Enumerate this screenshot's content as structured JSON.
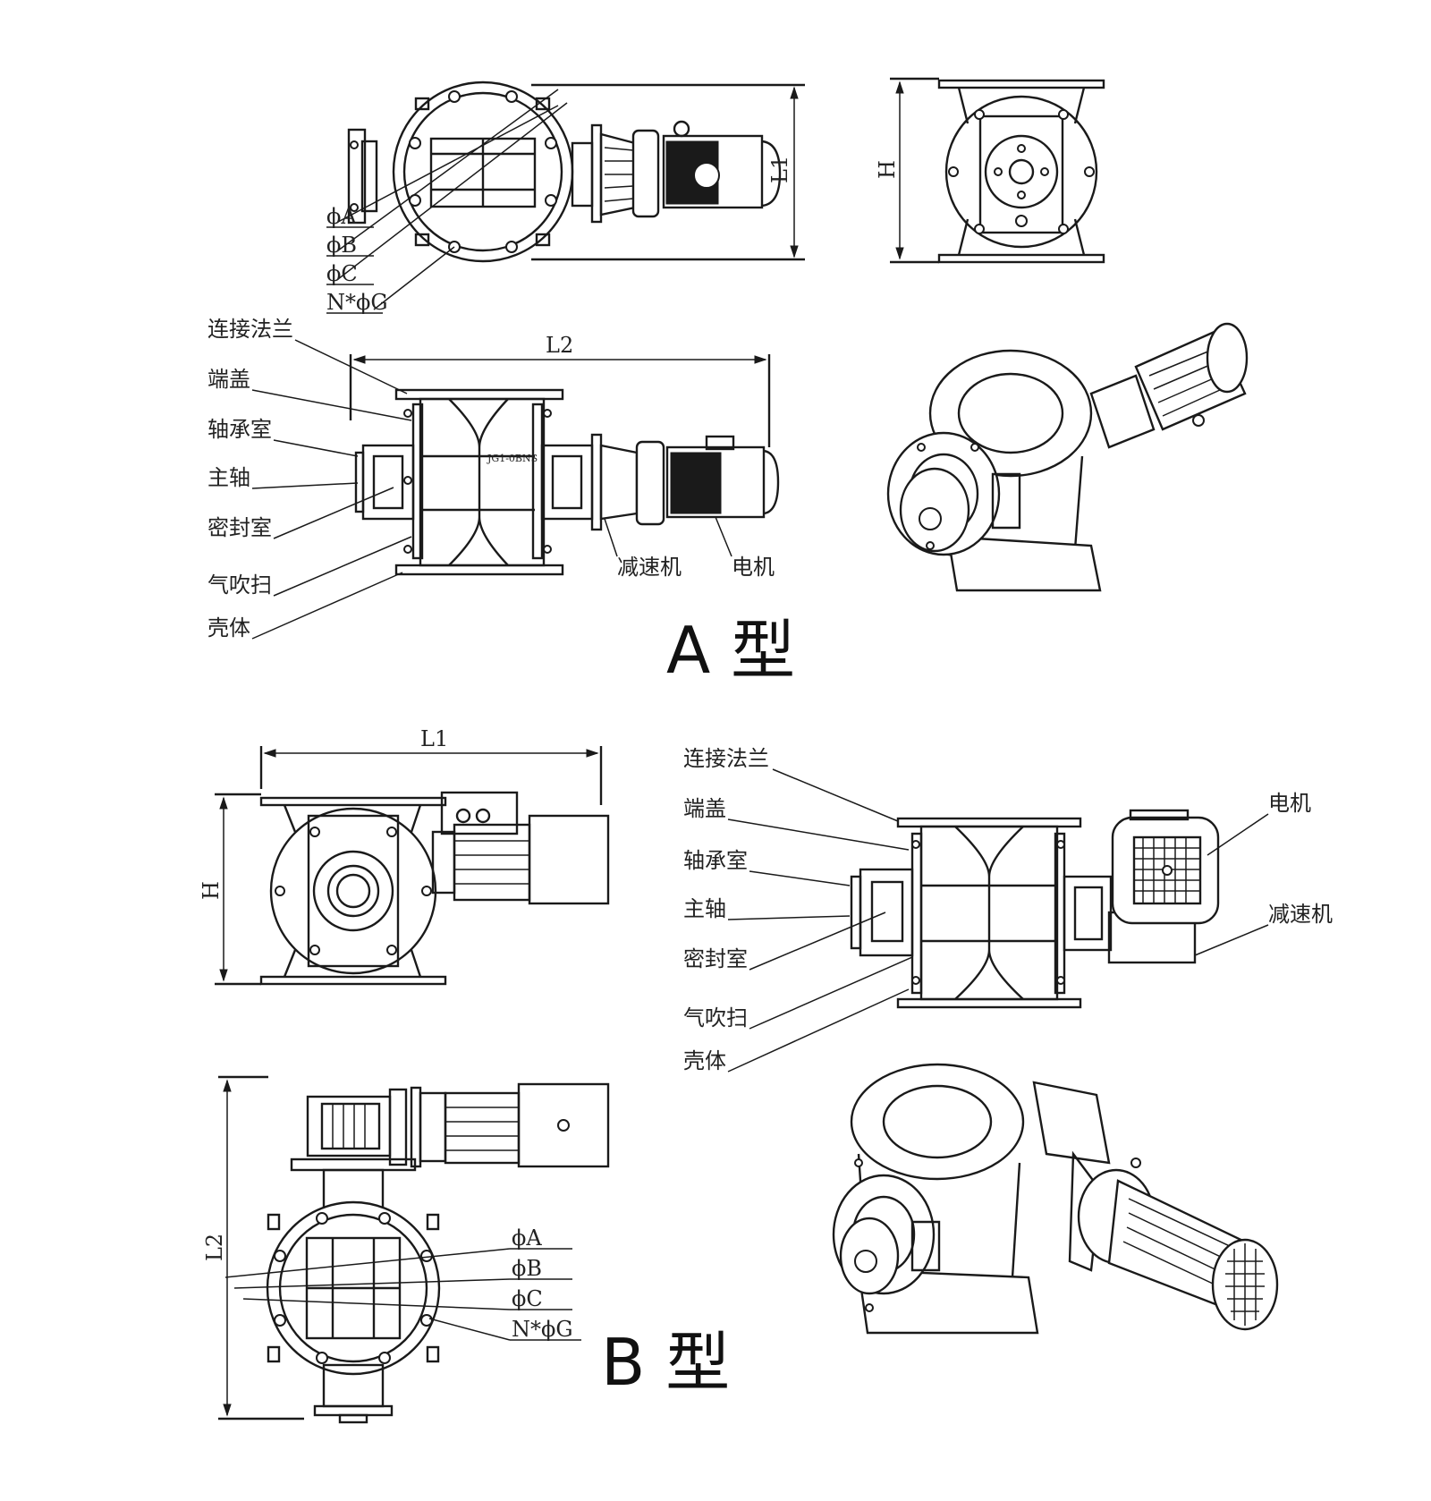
{
  "dims": {
    "phi_a": "ϕA",
    "phi_b": "ϕB",
    "phi_c": "ϕC",
    "n_phi_g": "N*ϕG",
    "l1": "L1",
    "l2": "L2",
    "h": "H"
  },
  "parts": {
    "flange": "连接法兰",
    "end_cover": "端盖",
    "bearing_housing": "轴承室",
    "main_shaft": "主轴",
    "seal_chamber": "密封室",
    "air_purge": "气吹扫",
    "housing": "壳体",
    "reducer": "减速机",
    "motor": "电机"
  },
  "types": {
    "a": "A 型",
    "b": "B 型"
  }
}
